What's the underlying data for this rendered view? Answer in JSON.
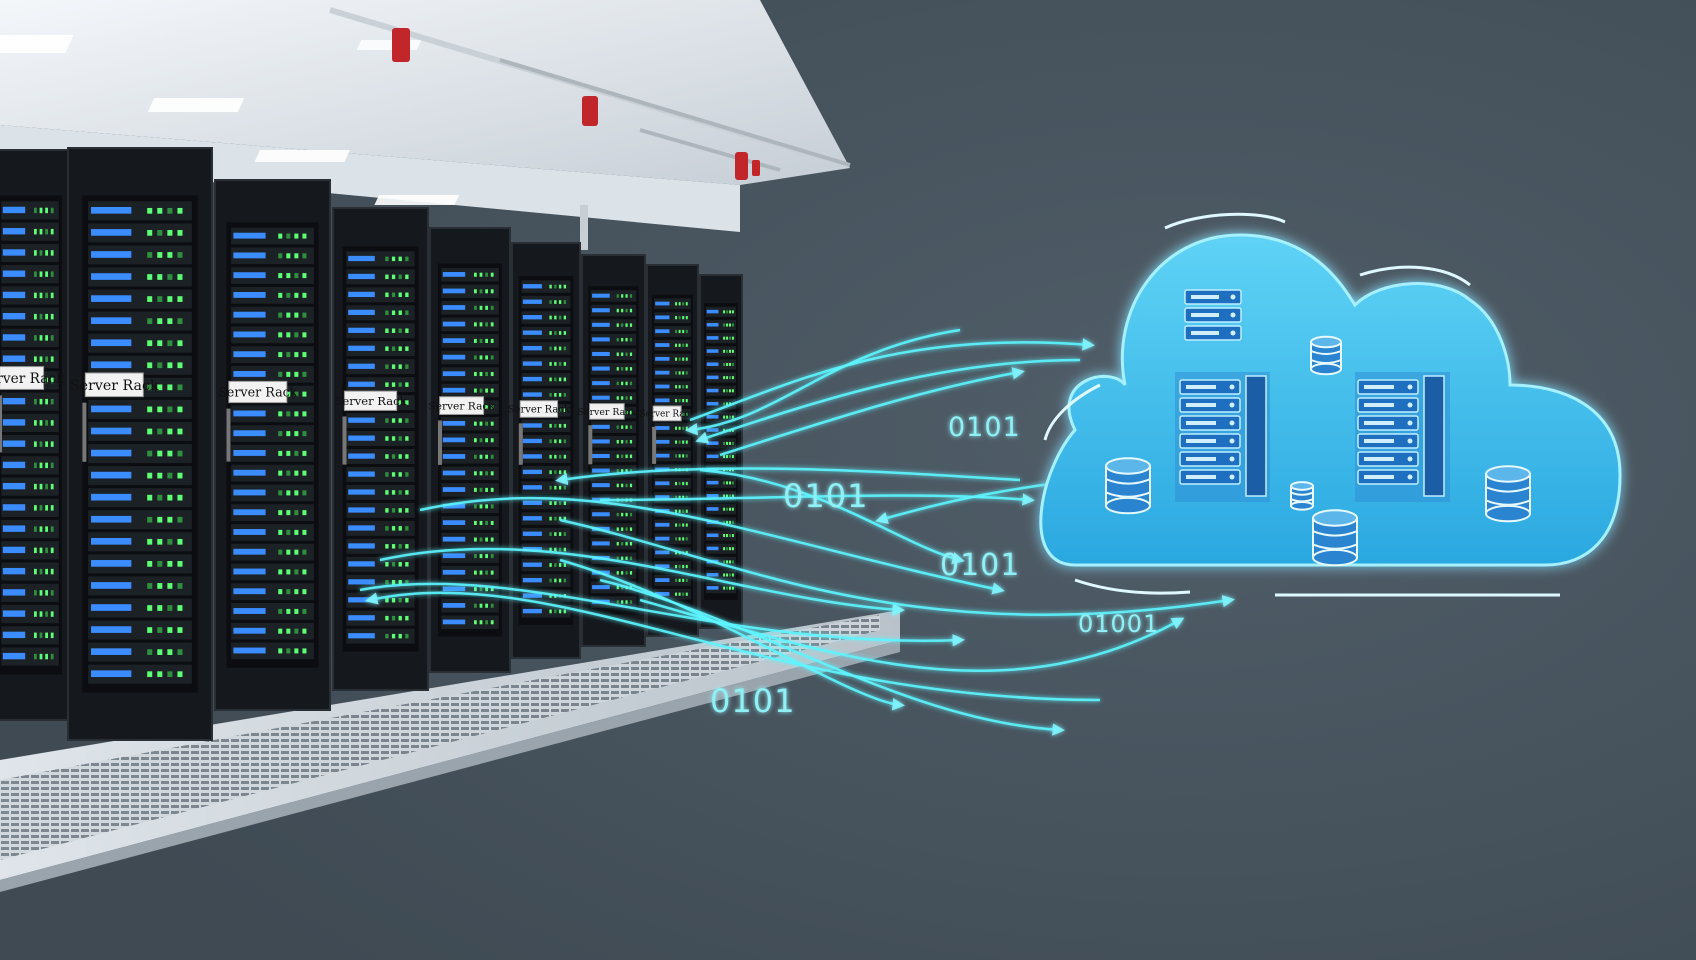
{
  "racks": {
    "label": "Server Rack",
    "count": 9
  },
  "binary_labels": [
    "0101",
    "0101",
    "0101",
    "01001",
    "0101"
  ],
  "colors": {
    "background": "#47545e",
    "rack": "#15181c",
    "led_green": "#5cff74",
    "led_blue": "#3b8cff",
    "flow_cyan": "#5ef6ff",
    "cloud_fill": "#47c4f0",
    "cloud_glow": "#8feaff"
  },
  "icons": [
    "server-rack-icon",
    "database-icon",
    "cloud-icon",
    "arrow-icon"
  ]
}
